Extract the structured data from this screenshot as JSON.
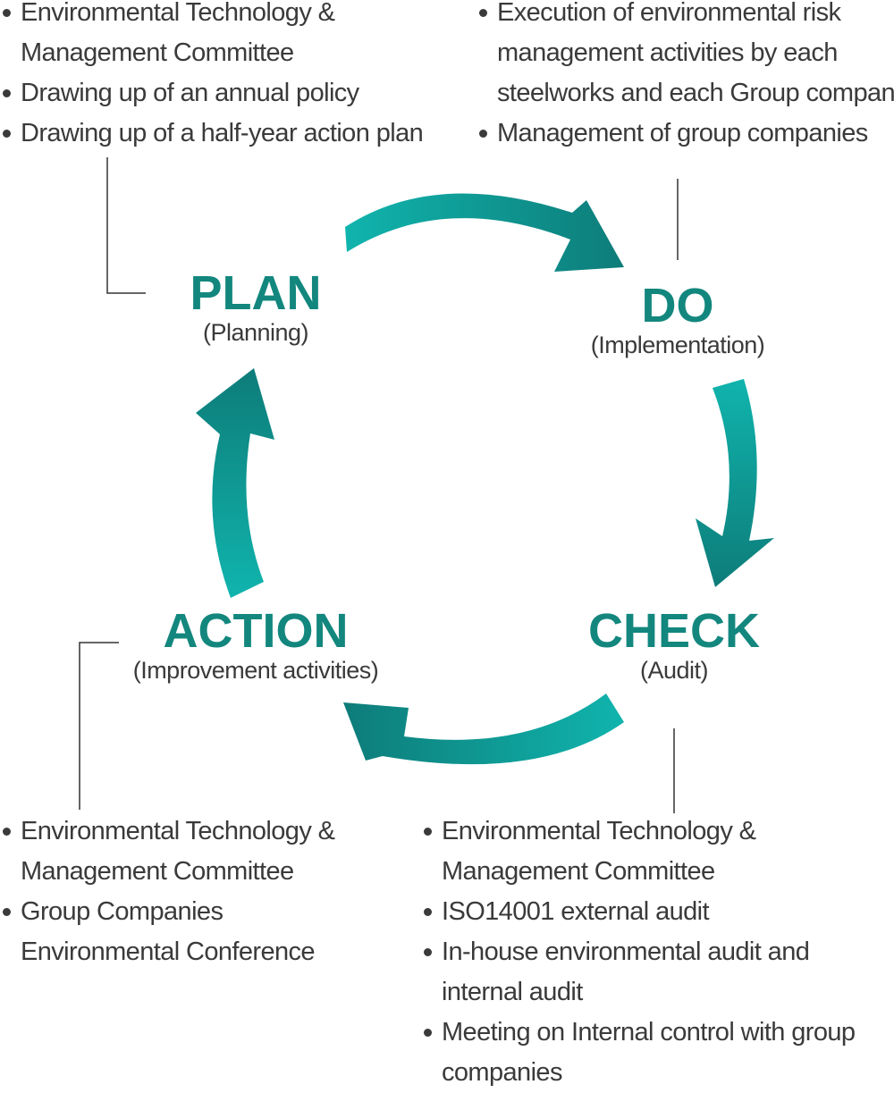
{
  "colors": {
    "arrow_light": "#0fb3ac",
    "arrow_dark": "#0d7a78",
    "title": "#13877e",
    "text": "#3a3a3a",
    "connector": "#333333"
  },
  "plan": {
    "title": "PLAN",
    "subtitle": "(Planning)",
    "items": [
      [
        "Environmental Technology &",
        "Management Committee"
      ],
      [
        "Drawing up of an annual policy"
      ],
      [
        "Drawing up of a half-year action plan"
      ]
    ]
  },
  "do": {
    "title": "DO",
    "subtitle": "(Implementation)",
    "items": [
      [
        "Execution of environmental risk",
        "management activities by each",
        "steelworks and each Group company"
      ],
      [
        "Management of group companies"
      ]
    ]
  },
  "check": {
    "title": "CHECK",
    "subtitle": "(Audit)",
    "items": [
      [
        "Environmental Technology &",
        "Management Committee"
      ],
      [
        "ISO14001 external audit"
      ],
      [
        "In-house environmental audit and",
        "internal audit"
      ],
      [
        "Meeting on Internal control with group",
        "companies"
      ]
    ]
  },
  "action": {
    "title": "ACTION",
    "subtitle": "(Improvement activities)",
    "items": [
      [
        "Environmental Technology &",
        "Management Committee"
      ],
      [
        "Group Companies",
        "Environmental Conference"
      ]
    ]
  }
}
